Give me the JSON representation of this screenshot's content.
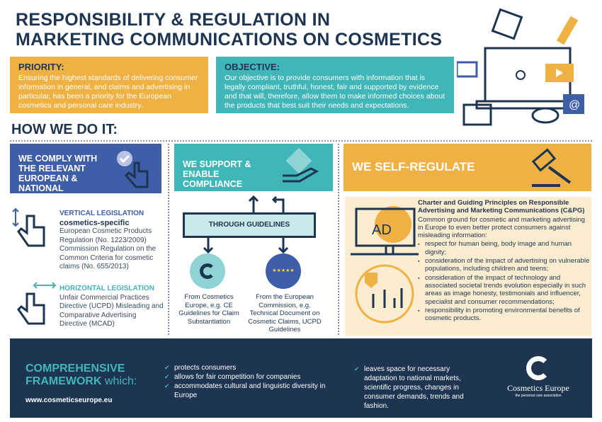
{
  "title": {
    "line1": "RESPONSIBILITY & REGULATION IN",
    "line2": "MARKETING COMMUNICATIONS ON COSMETICS"
  },
  "priority": {
    "heading": "PRIORITY:",
    "text": "Ensuring the highest standards of delivering consumer information in general, and claims and advertising in particular, has been a priority for the European cosmetics and personal care industry."
  },
  "objective": {
    "heading": "OBJECTIVE:",
    "text": "Our objective is to provide consumers with information that is legally compliant, truthful, honest, fair and supported by evidence and that will, therefore, allow them to make informed choices about the products that best suit their needs and expectations."
  },
  "how": "HOW WE DO IT:",
  "comply": {
    "header": "WE COMPLY WITH THE RELEVANT EUROPEAN & NATIONAL LEGISLATION",
    "vertical": {
      "title": "VERTICAL LEGISLATION",
      "subtitle": "cosmetics-specific",
      "text": "European Cosmetic Products Regulation (No. 1223/2009) Commission Regulation on the Common Criteria for cosmetic claims (No. 655/2013)"
    },
    "horizontal": {
      "title": "HORIZONTAL LEGISLATION",
      "text": "Unfair Commercial Practices Directive (UCPD) Misleading and Comparative Advertising Directive (MCAD)"
    }
  },
  "support": {
    "header": "WE SUPPORT & ENABLE COMPLIANCE",
    "guidelines": "THROUGH GUIDELINES",
    "left": "From Cosmetics Europe, e.g. CE Guidelines for Claim Substantiation",
    "right": "From the European Commission, e.g. Technical Document on Cosmetic Claims, UCPD Guidelines"
  },
  "selfreg": {
    "header": "WE SELF-REGULATE",
    "ad_label": "AD",
    "title": "Charter and Guiding Principles on Responsible Advertising and Marketing Communications (C&PG)",
    "intro": "Common ground for cosmetic and marketing advertising in Europe to even better protect consumers against misleading information:",
    "bullets": [
      "respect for human being, body image and human dignity;",
      "consideration of the impact of advertising on vulnerable populations, including children and teens;",
      "consideration of the impact of technology and associated societal trends evolution especially in such areas as image honesty, testimonials and influencer, specialist and consumer recommendations;",
      "responsibility in promoting environmental benefits of cosmetic products."
    ]
  },
  "footer": {
    "heading1": "COMPREHENSIVE",
    "heading2": "FRAMEWORK",
    "heading3": "which:",
    "url": "www.cosmeticseurope.eu",
    "left_items": [
      "protects consumers",
      "allows for fair competition for companies",
      "accommodates cultural and linguistic diversity in Europe"
    ],
    "right_item": "leaves space for necessary adaptation to national markets, scientific progress, changes in consumer demands, trends and fashion.",
    "logo_name": "Cosmetics Europe",
    "logo_tag": "the personal care association"
  },
  "colors": {
    "navy": "#1d3551",
    "orange": "#efb143",
    "teal": "#41b6b9",
    "blue": "#3f5ea8",
    "cream": "#fcecd0"
  }
}
